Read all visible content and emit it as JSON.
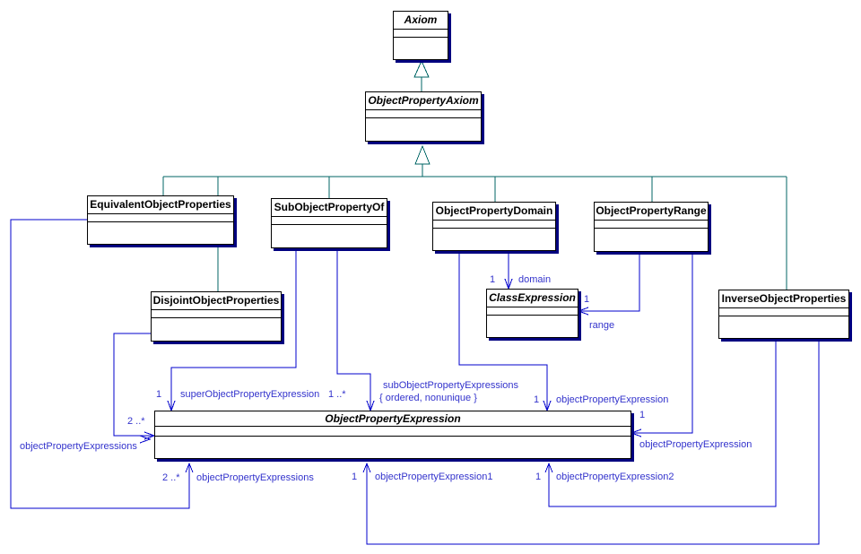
{
  "diagram_type": "UML class diagram",
  "classes": {
    "axiom": {
      "name": "Axiom",
      "abstract": true
    },
    "object_property_axiom": {
      "name": "ObjectPropertyAxiom",
      "abstract": true
    },
    "equivalent_object_properties": {
      "name": "EquivalentObjectProperties",
      "abstract": false
    },
    "sub_object_property_of": {
      "name": "SubObjectPropertyOf",
      "abstract": false
    },
    "object_property_domain": {
      "name": "ObjectPropertyDomain",
      "abstract": false
    },
    "object_property_range": {
      "name": "ObjectPropertyRange",
      "abstract": false
    },
    "disjoint_object_properties": {
      "name": "DisjointObjectProperties",
      "abstract": false
    },
    "class_expression": {
      "name": "ClassExpression",
      "abstract": true
    },
    "inverse_object_properties": {
      "name": "InverseObjectProperties",
      "abstract": true
    },
    "object_property_expression": {
      "name": "ObjectPropertyExpression",
      "abstract": true
    }
  },
  "associations": {
    "super_object_property_expression": {
      "mult": "1",
      "role": "superObjectPropertyExpression"
    },
    "sub_object_property_expressions": {
      "mult": "1 ..*",
      "role": "subObjectPropertyExpressions",
      "constraint": "{ ordered, nonunique }"
    },
    "domain_object_property_expression": {
      "mult": "1",
      "role": "objectPropertyExpression"
    },
    "domain": {
      "mult": "1",
      "role": "domain"
    },
    "range": {
      "mult": "1",
      "role": "range"
    },
    "range_object_property_expression": {
      "mult": "1",
      "role": "objectPropertyExpression"
    },
    "disjoint_object_property_expressions": {
      "mult": "2 ..*",
      "role": "objectPropertyExpressions"
    },
    "equivalent_object_property_expressions": {
      "mult": "2 ..*",
      "role": "objectPropertyExpressions"
    },
    "object_property_expression1": {
      "mult": "1",
      "role": "objectPropertyExpression1"
    },
    "object_property_expression2": {
      "mult": "1",
      "role": "objectPropertyExpression2"
    }
  },
  "colors": {
    "association_line": "#0000cc",
    "association_text": "#3333cc",
    "generalization_line": "#006666",
    "class_border": "#000000",
    "class_shadow": "#000080",
    "background": "#ffffff"
  }
}
